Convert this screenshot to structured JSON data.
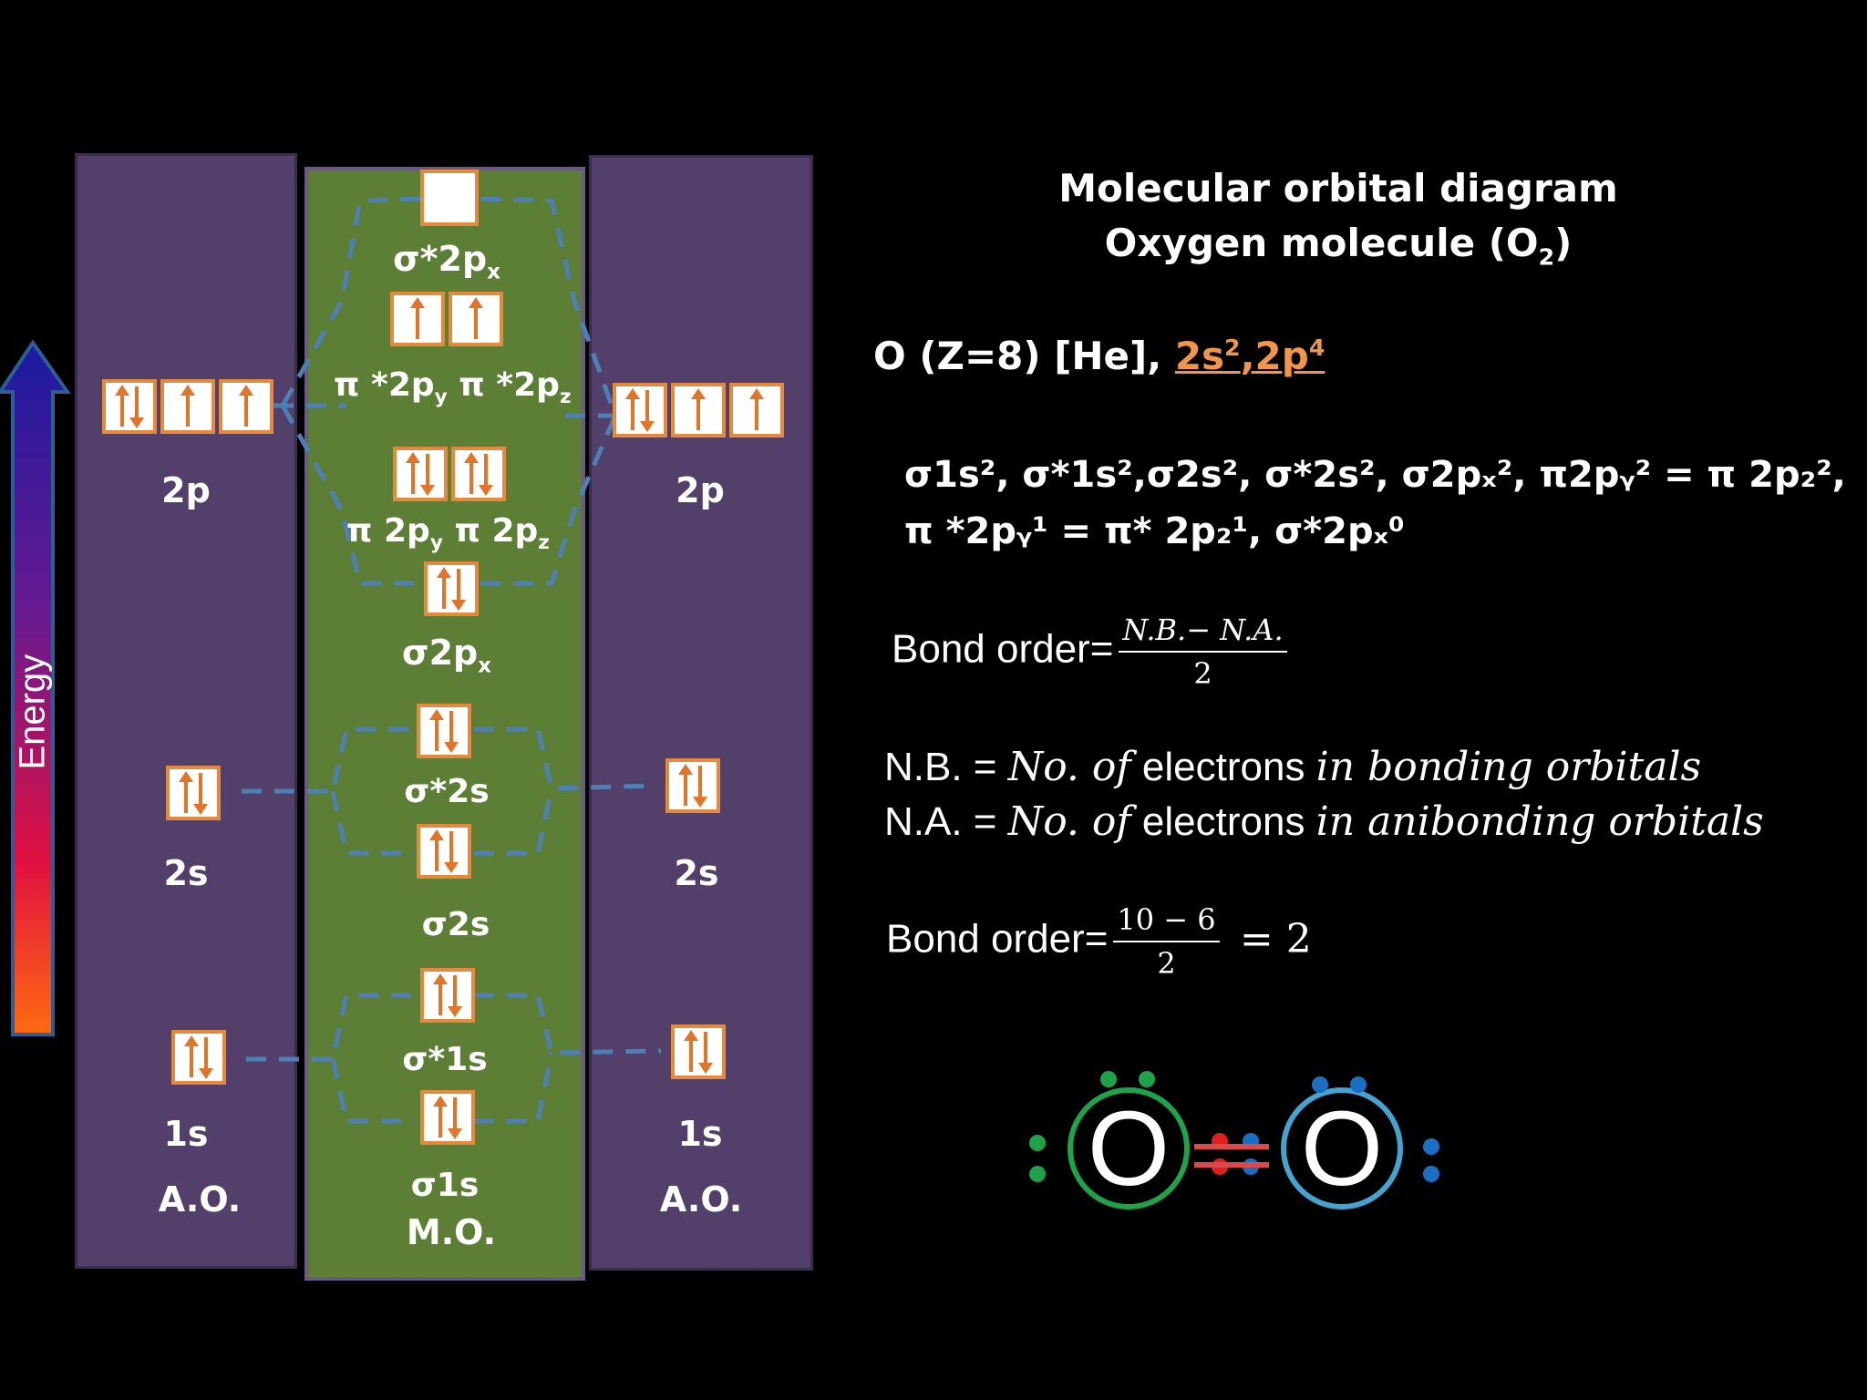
{
  "energy_label": "Energy",
  "ao_left": {
    "levels": [
      "2p",
      "2s",
      "1s"
    ],
    "footer": "A.O."
  },
  "ao_right": {
    "levels": [
      "2p",
      "2s",
      "1s"
    ],
    "footer": "A.O."
  },
  "mo": {
    "labels": {
      "sigma_star_2px": "σ*2p",
      "pi_star": "π *2p",
      "pi_star_z": "π *2p",
      "pi": "π 2p",
      "pi_z": "π 2p",
      "sigma_2px": "σ2p",
      "sigma_star_2s": "σ*2s",
      "sigma_2s": "σ2s",
      "sigma_star_1s": "σ*1s",
      "sigma_1s": "σ1s"
    },
    "footer": "M.O."
  },
  "title": {
    "line1": "Molecular orbital diagram",
    "line2": "Oxygen molecule (O",
    "line2_sub": "2",
    "line2_end": ")"
  },
  "electron_config": {
    "prefix": "O (Z=8) [He], ",
    "value": "2s2,2p4"
  },
  "mo_config": {
    "line1": "σ1s², σ*1s²,σ2s², σ*2s², σ2pₓ², π2pᵧ² = π 2p₂²,",
    "line2": "π *2pᵧ¹ = π* 2p₂¹, σ*2pₓ⁰"
  },
  "bond_order_formula": {
    "label": "Bond order=",
    "numerator": "N.B.− N.A.",
    "denominator": "2"
  },
  "nb_def": {
    "prefix": "N.B. = ",
    "italic1": "No.  of",
    "plain": " electrons ",
    "italic2": "in bonding orbitals"
  },
  "na_def": {
    "prefix": "N.A. = ",
    "italic1": "No. of",
    "plain": " electrons ",
    "italic2": "in anibonding orbitals"
  },
  "bond_order_calc": {
    "label": "Bond order=",
    "numerator": "10 −  6",
    "denominator": "2",
    "result": "= 2"
  },
  "lewis": {
    "atom_left": "O",
    "atom_right": "O",
    "color_left": "#1fa34a",
    "color_right": "#45a4cf"
  },
  "colors": {
    "ao_panel": "#523f6a",
    "mo_panel": "#5d7f35",
    "box_border": "#e58a3c",
    "arrow": "#e07428",
    "dash": "#4e7fb5"
  }
}
